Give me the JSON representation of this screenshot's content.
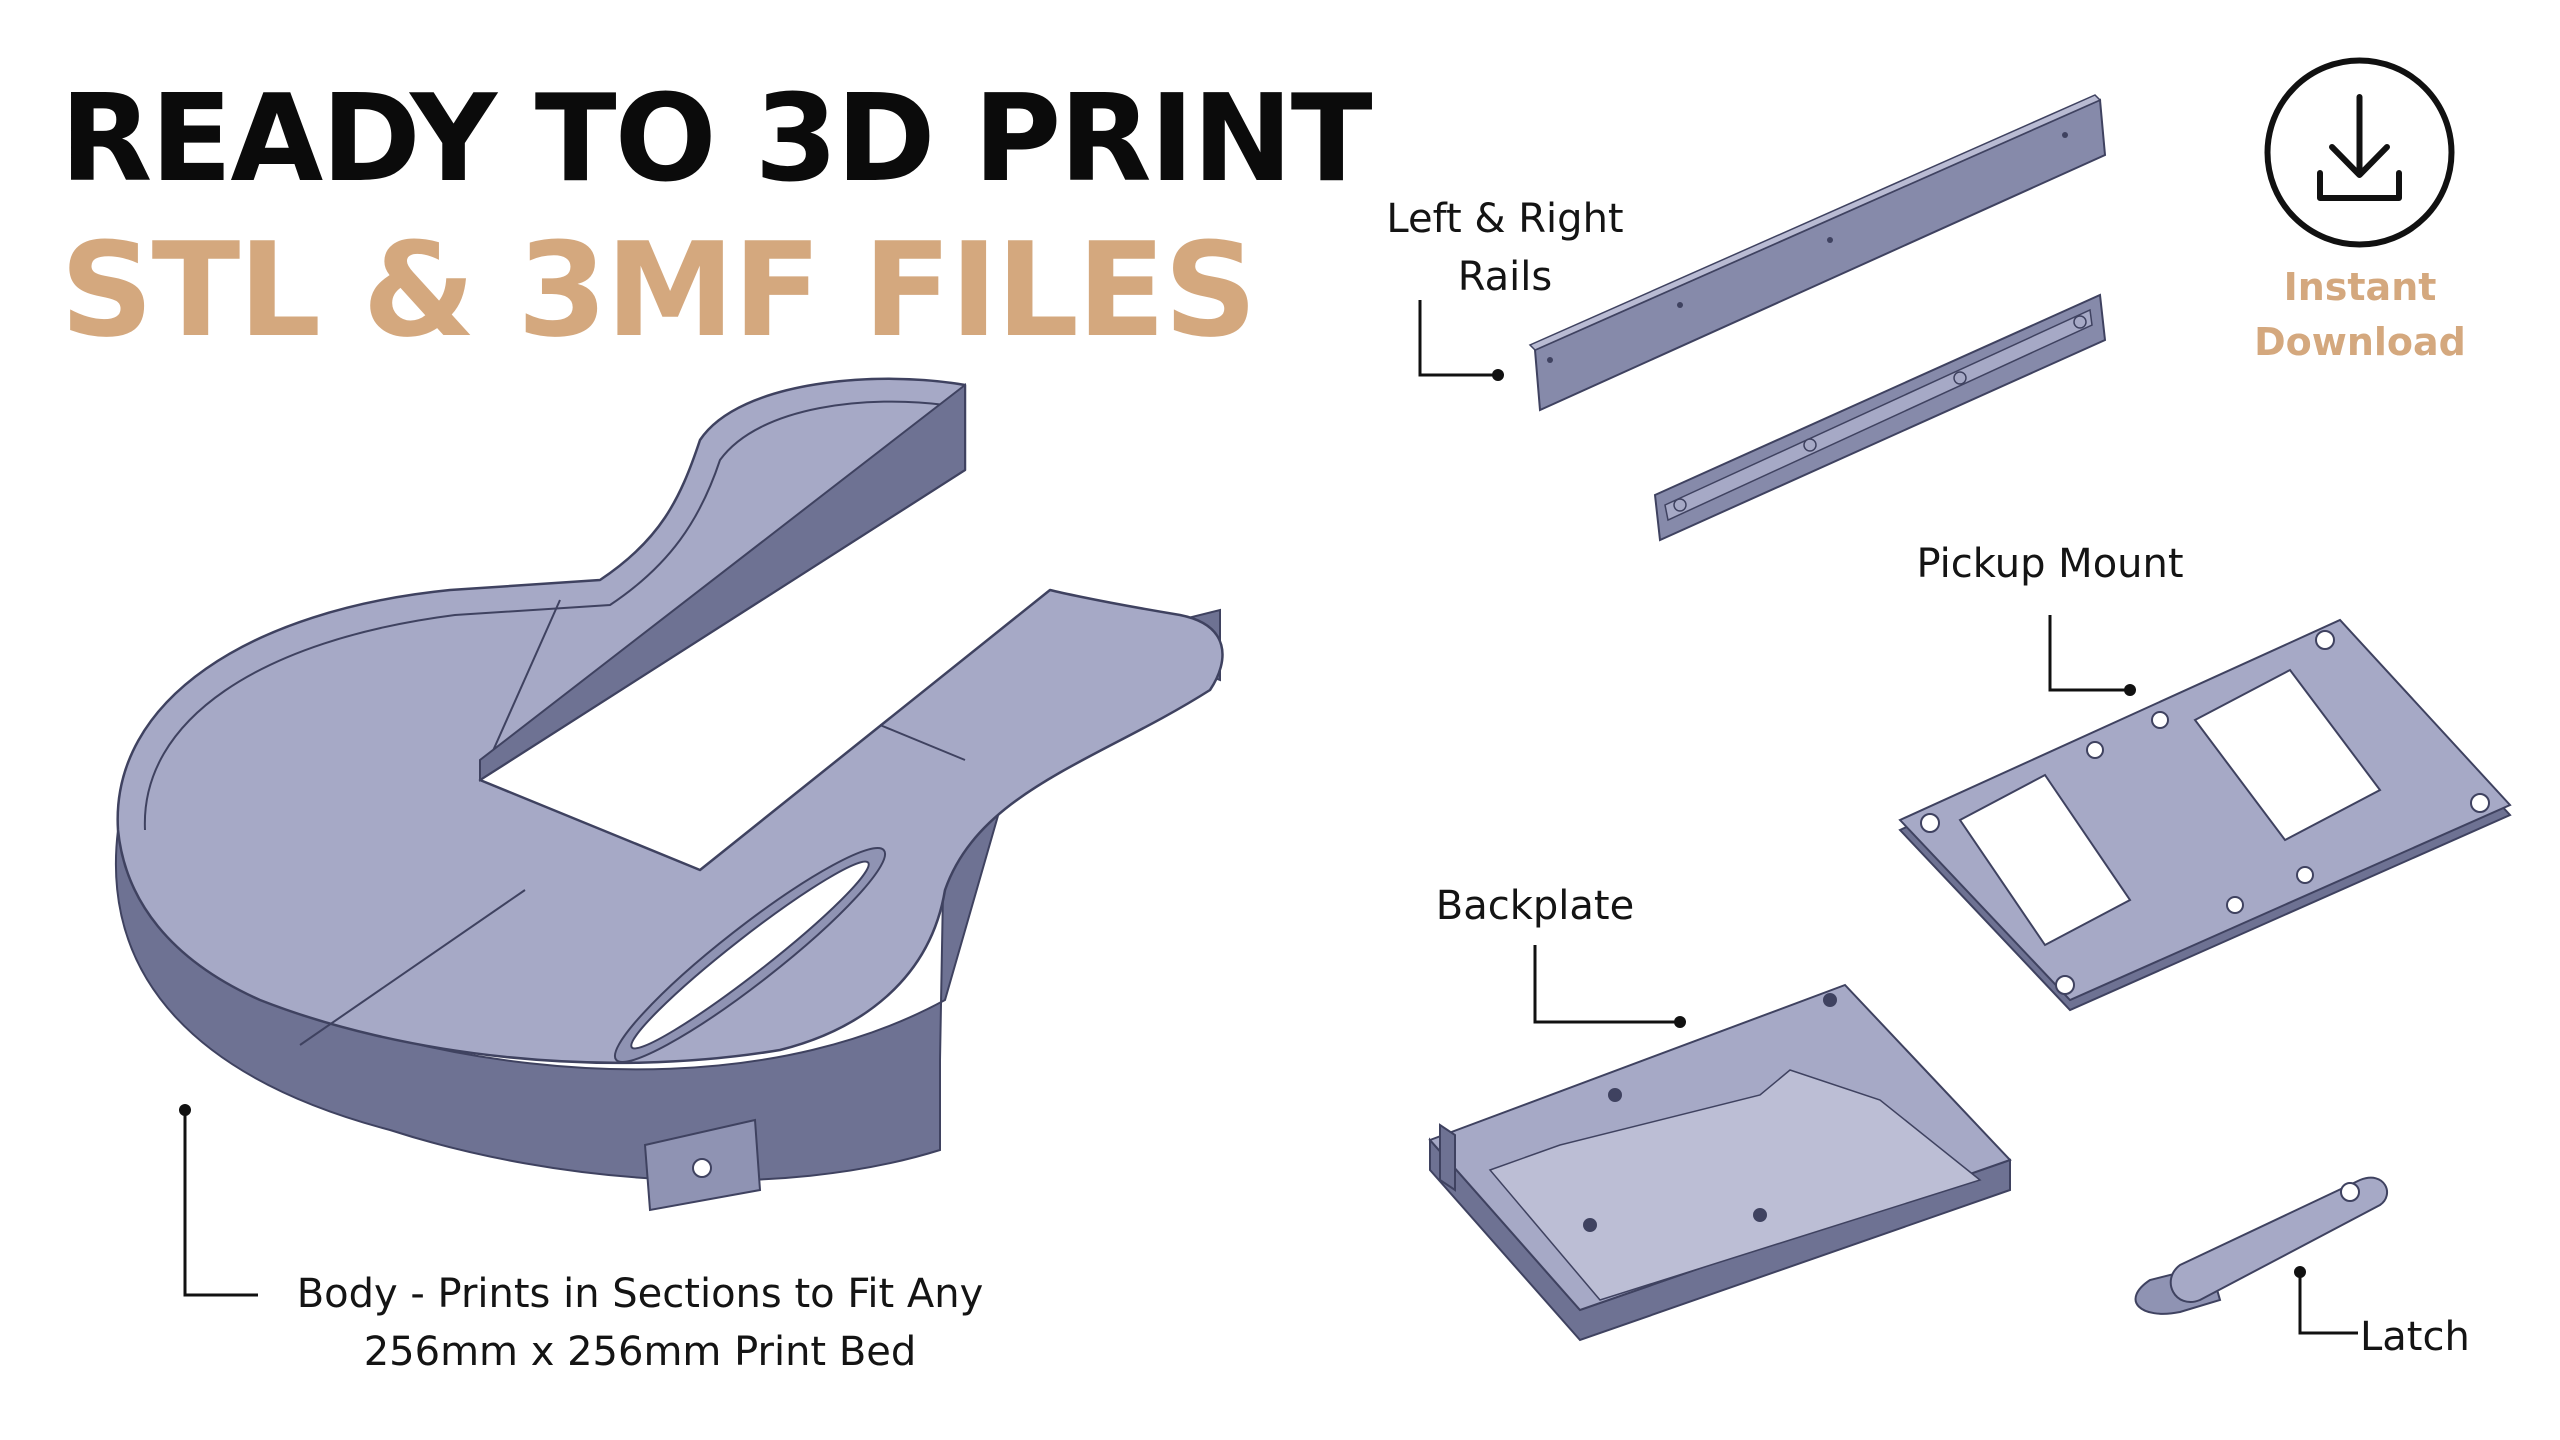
{
  "headline": {
    "line1": "READY TO 3D PRINT",
    "line2": "STL & 3MF FILES",
    "line2_color": "#d4a87e"
  },
  "download": {
    "icon": "download-icon",
    "line1": "Instant",
    "line2": "Download"
  },
  "parts": {
    "rails": {
      "line1": "Left & Right",
      "line2": "Rails"
    },
    "pickup_mount": "Pickup Mount",
    "backplate": "Backplate",
    "latch": "Latch",
    "body": {
      "line1": "Body - Prints in Sections to Fit Any",
      "line2": "256mm x 256mm Print Bed"
    }
  },
  "colors": {
    "part_fill": "#a6a9c6",
    "part_side": "#6e7293",
    "part_edge": "#3f4260",
    "accent": "#d4a87e",
    "text": "#111111"
  }
}
